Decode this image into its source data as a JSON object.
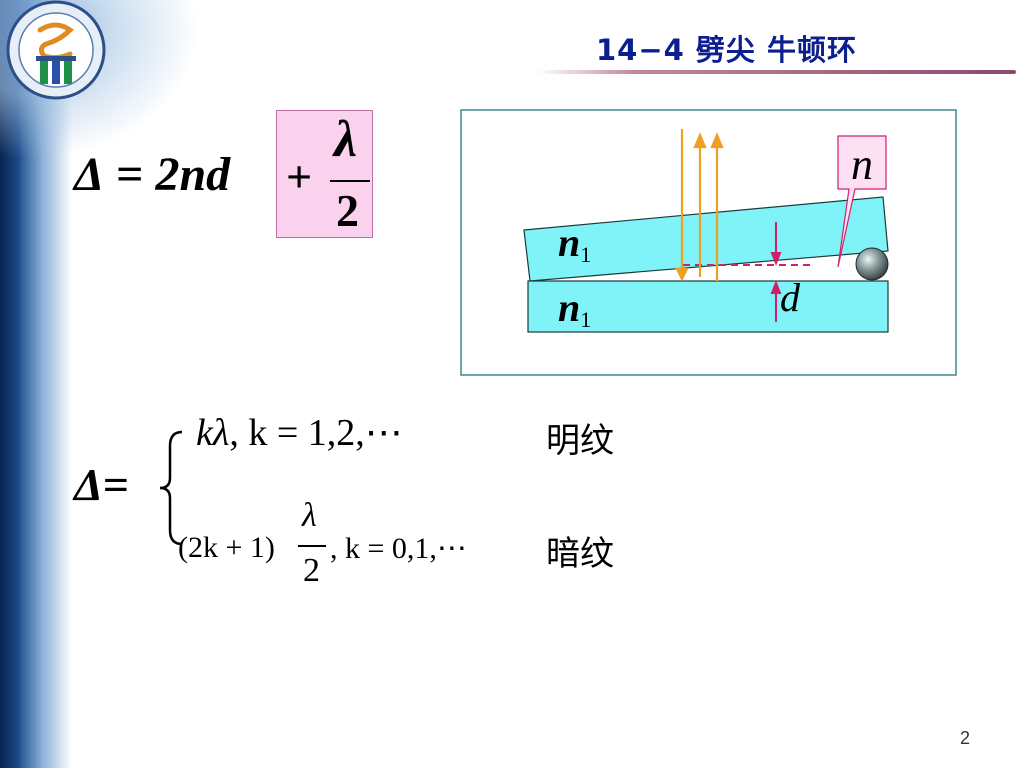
{
  "slide": {
    "title": "14−4  劈尖  牛顿环",
    "page_number": "2"
  },
  "formula1": {
    "delta": "Δ",
    "equals": " = ",
    "term": "2nd",
    "plus": "+",
    "numerator": "λ",
    "denominator": "2"
  },
  "diagram": {
    "label_n": "n",
    "label_n1": "n",
    "sub1": "1",
    "label_d": "d",
    "colors": {
      "glass": "#7ff3f7",
      "ray": "#f0a020",
      "pointer": "#d0206a",
      "sphere": "#6d7f7f"
    }
  },
  "formula2": {
    "delta": "Δ",
    "equals": "=",
    "case1_k": "k",
    "case1_lambda": "λ",
    "case1_cond": ",   k = 1,2,⋯",
    "case1_label": "明纹",
    "case2_pre": "(2k + 1)",
    "case2_num": "λ",
    "case2_den": "2",
    "case2_cond": ",   k = 0,1,⋯",
    "case2_label": "暗纹"
  }
}
